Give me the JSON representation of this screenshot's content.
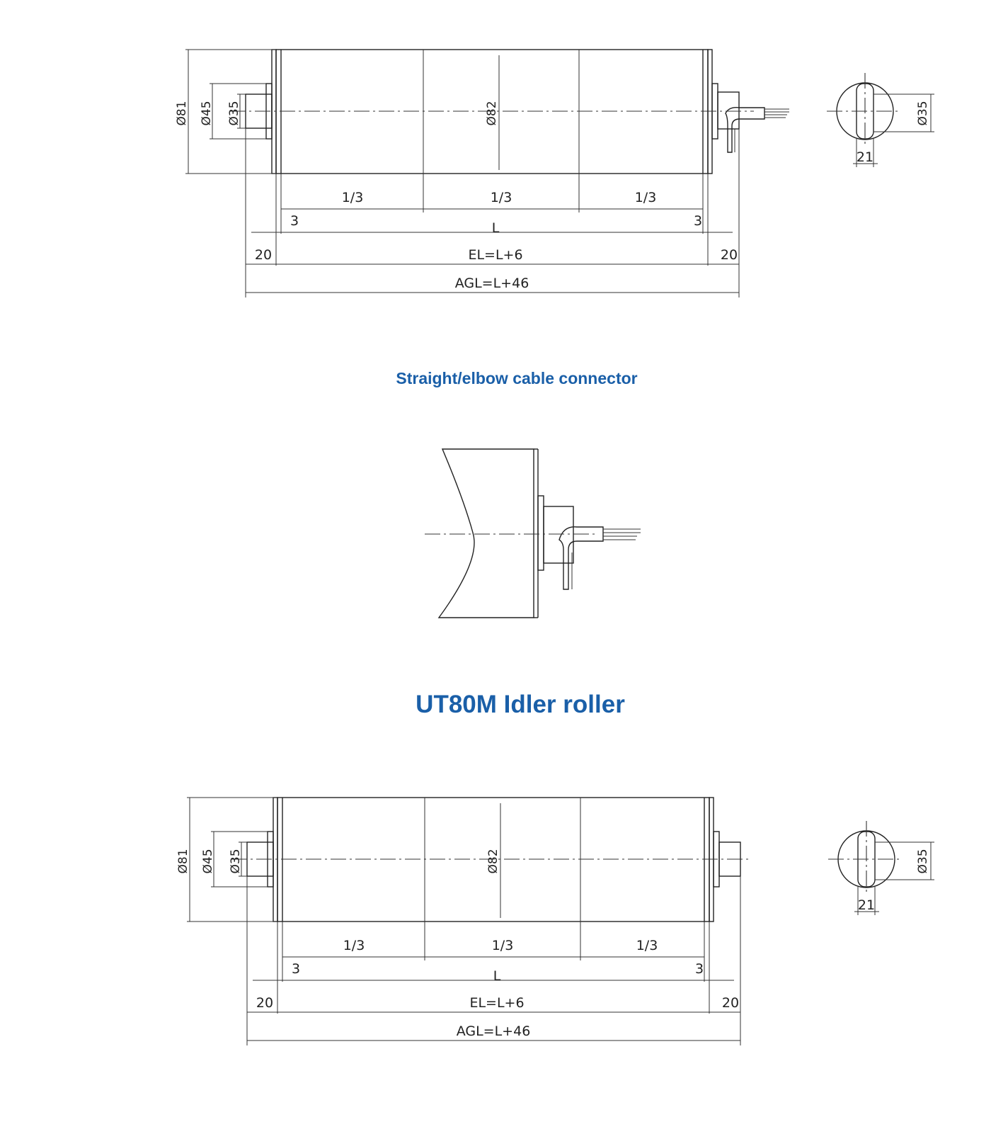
{
  "top_drawing": {
    "dim_d81": "Ø81",
    "dim_d45": "Ø45",
    "dim_d35": "Ø35",
    "dim_d82": "Ø82",
    "third_1": "1/3",
    "third_2": "1/3",
    "third_3": "1/3",
    "left_3": "3",
    "right_3": "3",
    "length_l": "L",
    "left_20": "20",
    "right_20": "20",
    "el": "EL=L+6",
    "agl": "AGL=L+46",
    "end_d35": "Ø35",
    "end_21": "21"
  },
  "connector_caption": "Straight/elbow cable connector",
  "section_title": "UT80M Idler roller",
  "bottom_drawing": {
    "dim_d81": "Ø81",
    "dim_d45": "Ø45",
    "dim_d35": "Ø35",
    "dim_d82": "Ø82",
    "third_1": "1/3",
    "third_2": "1/3",
    "third_3": "1/3",
    "left_3": "3",
    "right_3": "3",
    "length_l": "L",
    "left_20": "20",
    "right_20": "20",
    "el": "EL=L+6",
    "agl": "AGL=L+46",
    "end_d35": "Ø35",
    "end_21": "21"
  }
}
